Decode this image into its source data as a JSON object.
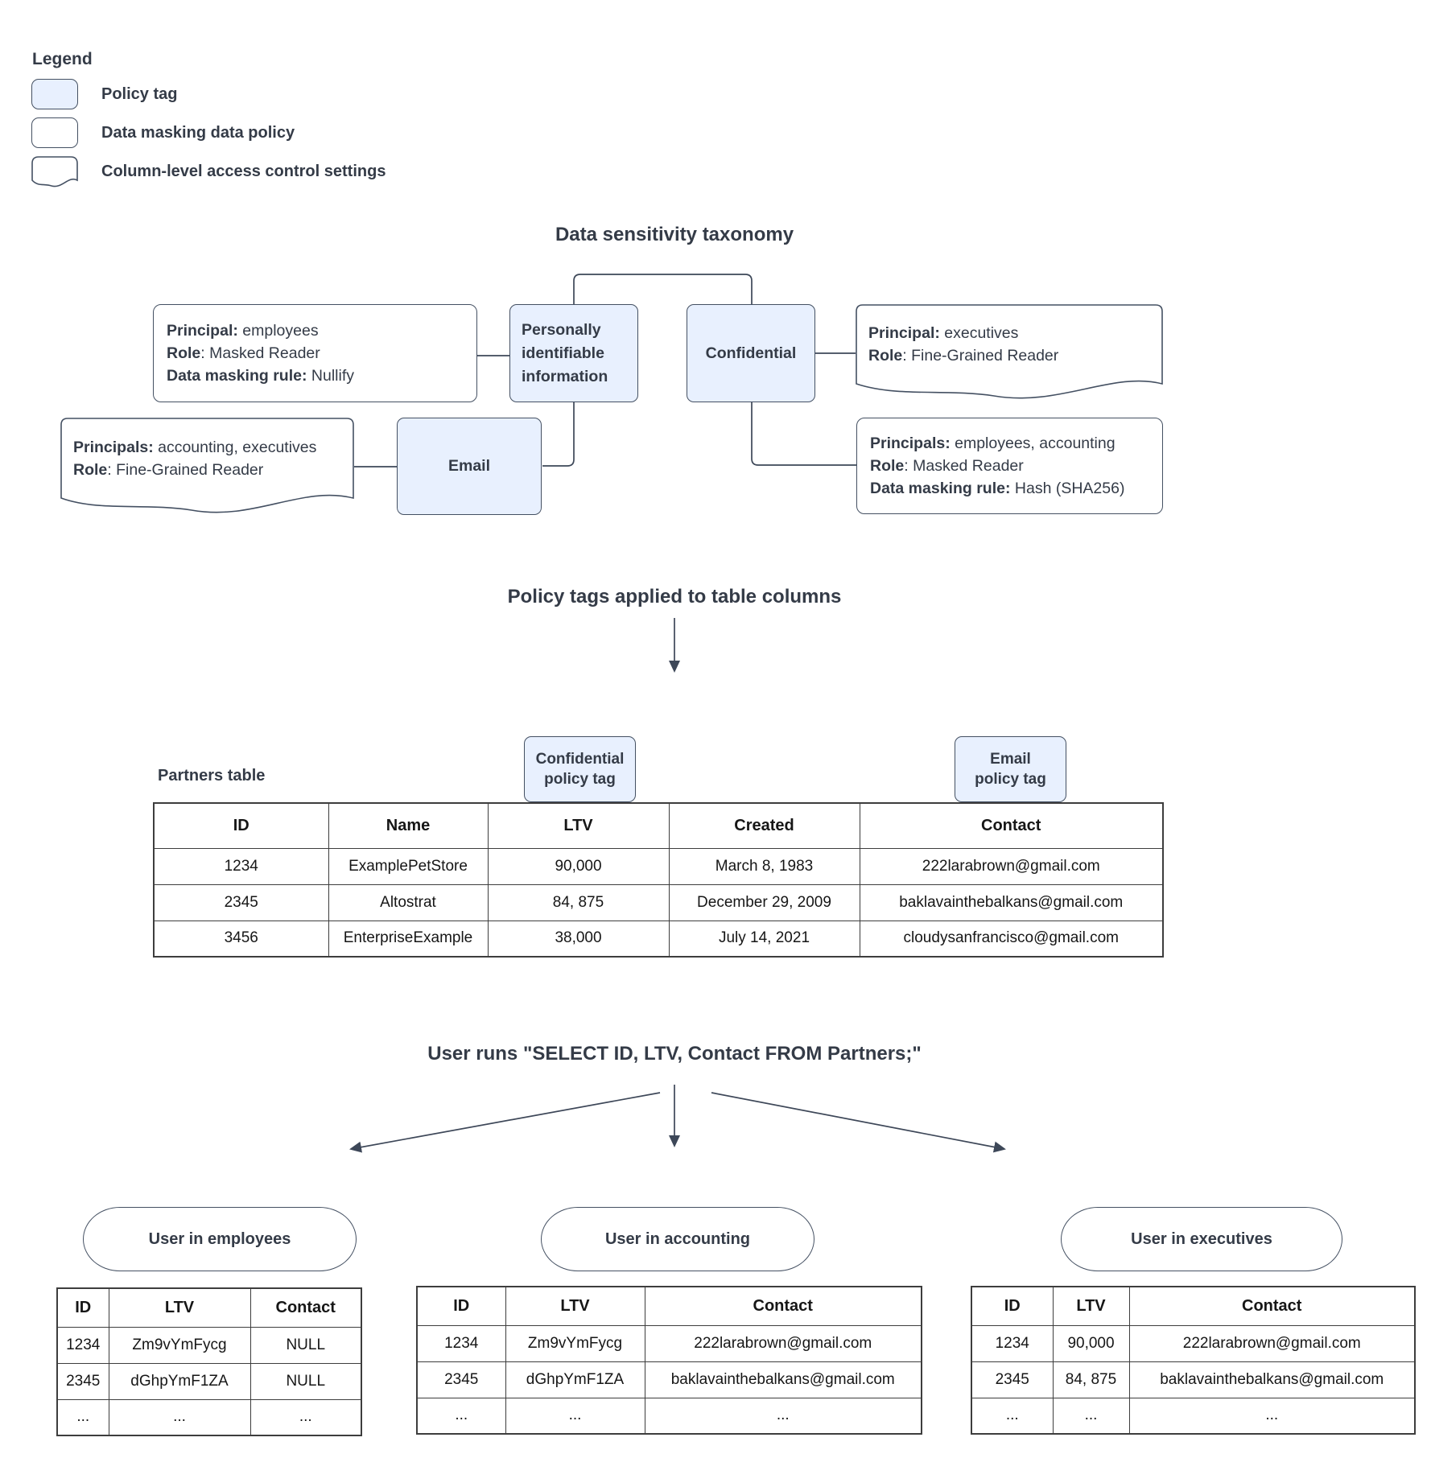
{
  "legend": {
    "title": "Legend",
    "items": [
      {
        "label": "Policy tag",
        "type": "policy-tag"
      },
      {
        "label": "Data masking data policy",
        "type": "data-masking-policy"
      },
      {
        "label": "Column-level access control settings",
        "type": "access-control-settings"
      }
    ]
  },
  "taxonomy": {
    "title": "Data sensitivity taxonomy",
    "tags": {
      "pii": "Personally identifiable information",
      "confidential": "Confidential",
      "email": "Email"
    },
    "policies": {
      "nullify": {
        "lines": [
          {
            "label": "Principal:",
            "value": " employees"
          },
          {
            "label": "Role",
            "value": ": Masked Reader"
          },
          {
            "label": "Data masking rule:",
            "value": " Nullify"
          }
        ]
      },
      "executives": {
        "lines": [
          {
            "label": "Principal:",
            "value": " executives"
          },
          {
            "label": "Role",
            "value": ": Fine-Grained Reader"
          }
        ]
      },
      "accounting": {
        "lines": [
          {
            "label": "Principals:",
            "value": " accounting, executives"
          },
          {
            "label": "Role",
            "value": ": Fine-Grained Reader"
          }
        ]
      },
      "hash": {
        "lines": [
          {
            "label": "Principals:",
            "value": " employees, accounting"
          },
          {
            "label": "Role",
            "value": ": Masked Reader"
          },
          {
            "label": "Data masking rule:",
            "value": " Hash (SHA256)"
          }
        ]
      }
    }
  },
  "applied": {
    "title": "Policy tags applied to table columns",
    "table_label": "Partners table",
    "confidential_tag": {
      "line1": "Confidential",
      "line2": "policy tag"
    },
    "email_tag": {
      "line1": "Email",
      "line2": "policy tag"
    },
    "partners": {
      "headers": [
        "ID",
        "Name",
        "LTV",
        "Created",
        "Contact"
      ],
      "rows": [
        [
          "1234",
          "ExamplePetStore",
          "90,000",
          "March 8, 1983",
          "222larabrown@gmail.com"
        ],
        [
          "2345",
          "Altostrat",
          "84, 875",
          "December 29, 2009",
          "baklavainthebalkans@gmail.com"
        ],
        [
          "3456",
          "EnterpriseExample",
          "38,000",
          "July 14, 2021",
          "cloudysanfrancisco@gmail.com"
        ]
      ]
    }
  },
  "query": {
    "title": "User runs \"SELECT ID, LTV, Contact FROM Partners;\"",
    "results": [
      {
        "group": "User in employees",
        "table": {
          "headers": [
            "ID",
            "LTV",
            "Contact"
          ],
          "rows": [
            [
              "1234",
              "Zm9vYmFycg",
              "NULL"
            ],
            [
              "2345",
              "dGhpYmF1ZA",
              "NULL"
            ],
            [
              "...",
              "...",
              "..."
            ]
          ]
        }
      },
      {
        "group": "User in accounting",
        "table": {
          "headers": [
            "ID",
            "LTV",
            "Contact"
          ],
          "rows": [
            [
              "1234",
              "Zm9vYmFycg",
              "222larabrown@gmail.com"
            ],
            [
              "2345",
              "dGhpYmF1ZA",
              "baklavainthebalkans@gmail.com"
            ],
            [
              "...",
              "...",
              "..."
            ]
          ]
        }
      },
      {
        "group": "User in executives",
        "table": {
          "headers": [
            "ID",
            "LTV",
            "Contact"
          ],
          "rows": [
            [
              "1234",
              "90,000",
              "222larabrown@gmail.com"
            ],
            [
              "2345",
              "84, 875",
              "baklavainthebalkans@gmail.com"
            ],
            [
              "...",
              "...",
              "..."
            ]
          ]
        }
      }
    ]
  },
  "colors": {
    "policy_tag_fill": "#e8f0fe",
    "shape_border": "#445062",
    "connector_line": "#3d4758",
    "table_border": "#3d3d3d",
    "text": "#343b47"
  }
}
